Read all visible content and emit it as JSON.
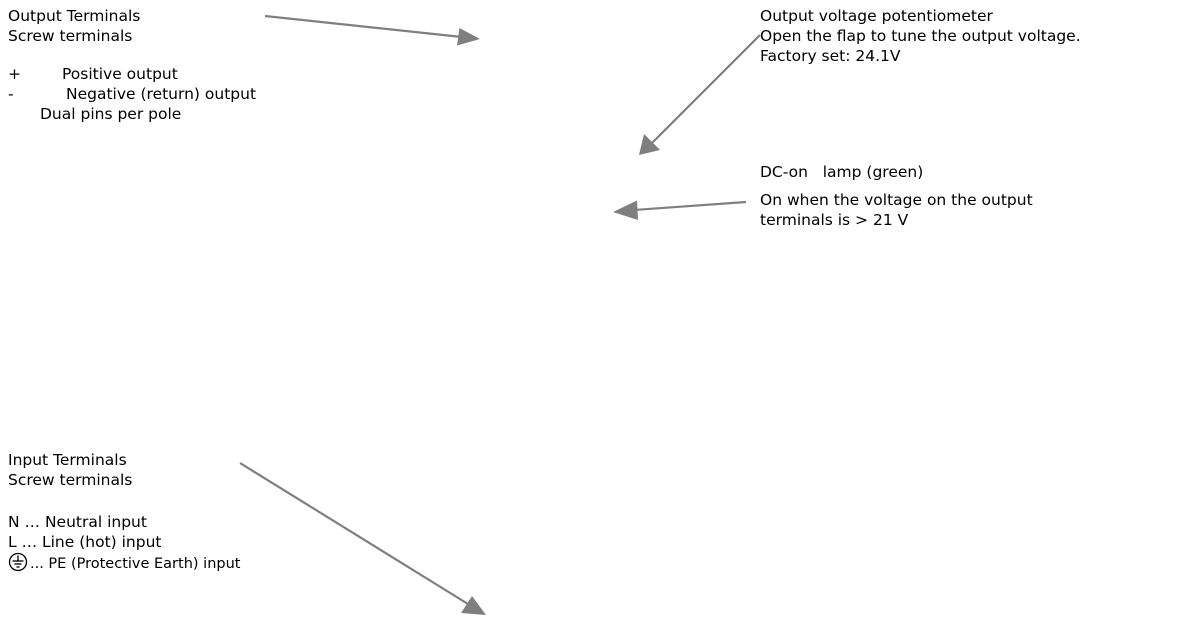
{
  "output_terminals": {
    "title": "Output Terminals",
    "subtitle": "Screw terminals",
    "items": [
      {
        "symbol": "+",
        "label": "Positive output"
      },
      {
        "symbol": "-",
        "label": "Negative (return) output"
      }
    ],
    "note": "Dual pins per pole"
  },
  "potentiometer": {
    "title": "Output voltage potentiometer",
    "description": "Open the flap to tune the output voltage.",
    "factory_setting": "Factory set: 24.1V"
  },
  "dc_lamp": {
    "title": "DC-on   lamp (green)",
    "description_line1": "On when the voltage on the output",
    "description_line2": "terminals is > 21 V"
  },
  "input_terminals": {
    "title": "Input Terminals",
    "subtitle": "Screw terminals",
    "items": [
      {
        "label": "N … Neutral input"
      },
      {
        "label": "L … Line (hot) input"
      }
    ],
    "earth_label": "... PE (Protective Earth) input"
  },
  "colors": {
    "arrow": "#7f7f7f",
    "text": "#000000",
    "background": "#ffffff"
  },
  "icons": {
    "earth": "protective-earth-icon",
    "arrow": "arrow-icon"
  }
}
